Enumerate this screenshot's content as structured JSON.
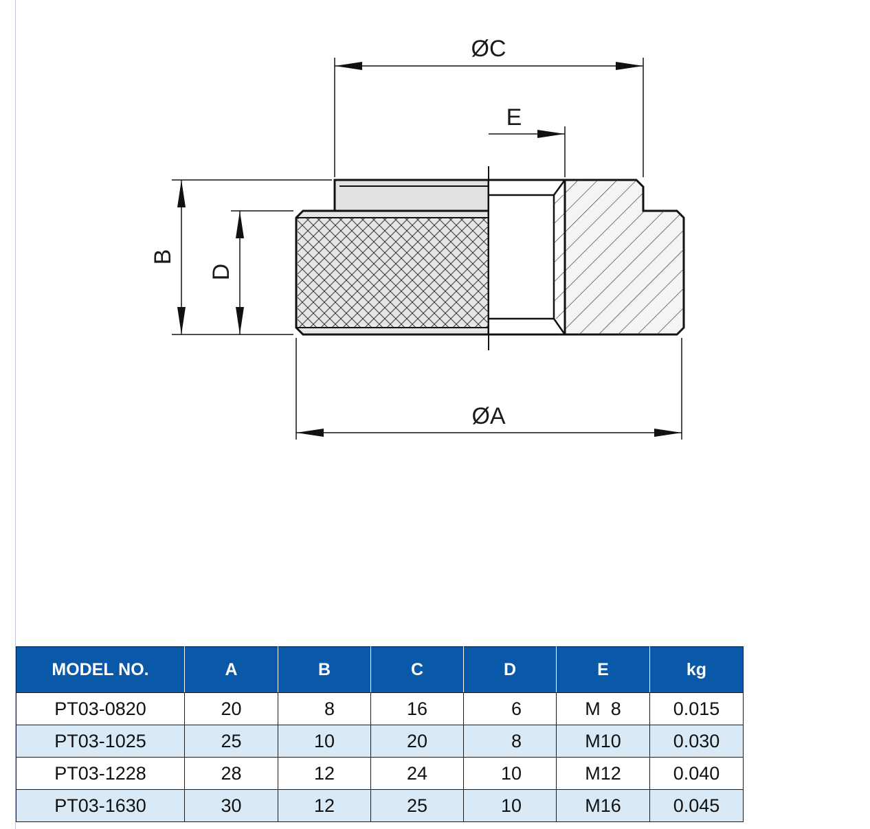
{
  "drawing": {
    "labels": {
      "dia_c": "ØC",
      "e": "E",
      "b": "B",
      "d": "D",
      "dia_a": "ØA"
    }
  },
  "table": {
    "header_color": "#0a58a8",
    "stripe_color": "#d9eaf6",
    "columns": [
      "MODEL NO.",
      "A",
      "B",
      "C",
      "D",
      "E",
      "kg"
    ],
    "rows": [
      [
        "PT03-0820",
        "20",
        "8",
        "16",
        "6",
        "M  8",
        "0.015"
      ],
      [
        "PT03-1025",
        "25",
        "10",
        "20",
        "8",
        "M10",
        "0.030"
      ],
      [
        "PT03-1228",
        "28",
        "12",
        "24",
        "10",
        "M12",
        "0.040"
      ],
      [
        "PT03-1630",
        "30",
        "12",
        "25",
        "10",
        "M16",
        "0.045"
      ]
    ]
  }
}
